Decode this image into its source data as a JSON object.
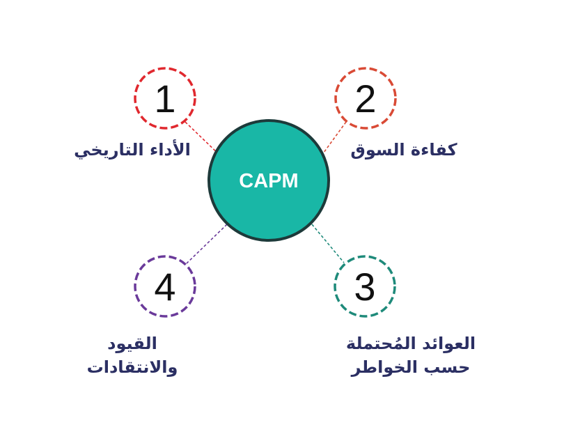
{
  "center": {
    "label": "CAPM",
    "fill_color": "#19b7a6",
    "border_color": "#1d3a3a"
  },
  "nodes": [
    {
      "number": "1",
      "color": "#e0282e",
      "label_lines": [
        "الأداء التاريخي"
      ]
    },
    {
      "number": "2",
      "color": "#d94a35",
      "label_lines": [
        "كفاءة السوق"
      ]
    },
    {
      "number": "3",
      "color": "#1e8a7a",
      "label_lines": [
        "العوائد المُحتملة",
        "حسب الخواطر"
      ]
    },
    {
      "number": "4",
      "color": "#6a3a9a",
      "label_lines": [
        "القيود",
        "والانتقادات"
      ]
    }
  ],
  "text_color": "#2b2f63"
}
